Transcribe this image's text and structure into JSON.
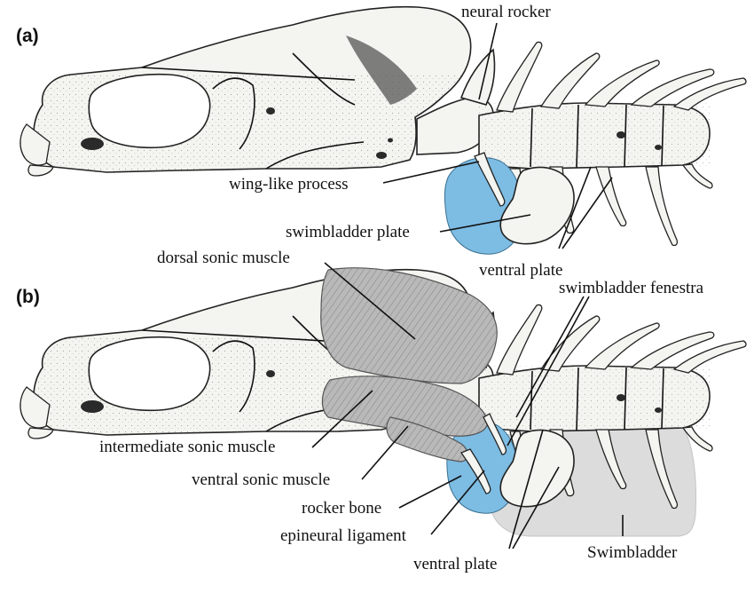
{
  "panel_a": {
    "tag": "(a)",
    "labels": {
      "neural_rocker": "neural rocker",
      "wing_like_process": "wing-like process",
      "swimbladder_plate": "swimbladder plate",
      "ventral_plate": "ventral plate"
    }
  },
  "panel_b": {
    "tag": "(b)",
    "labels": {
      "dorsal_sonic_muscle": "dorsal sonic muscle",
      "swimbladder_fenestra": "swimbladder fenestra",
      "intermediate_sonic_muscle": "intermediate sonic muscle",
      "ventral_sonic_muscle": "ventral sonic muscle",
      "rocker_bone": "rocker bone",
      "epineural_ligament": "epineural ligament",
      "ventral_plate": "ventral plate",
      "swimbladder": "Swimbladder"
    }
  },
  "colors": {
    "swimbladder_plate_highlight": "#7dbce3",
    "swimbladder": "#dcdcdc",
    "sonic_muscle": "#b9b9b9",
    "bone": "#f4f4f0",
    "ink": "#111111"
  }
}
